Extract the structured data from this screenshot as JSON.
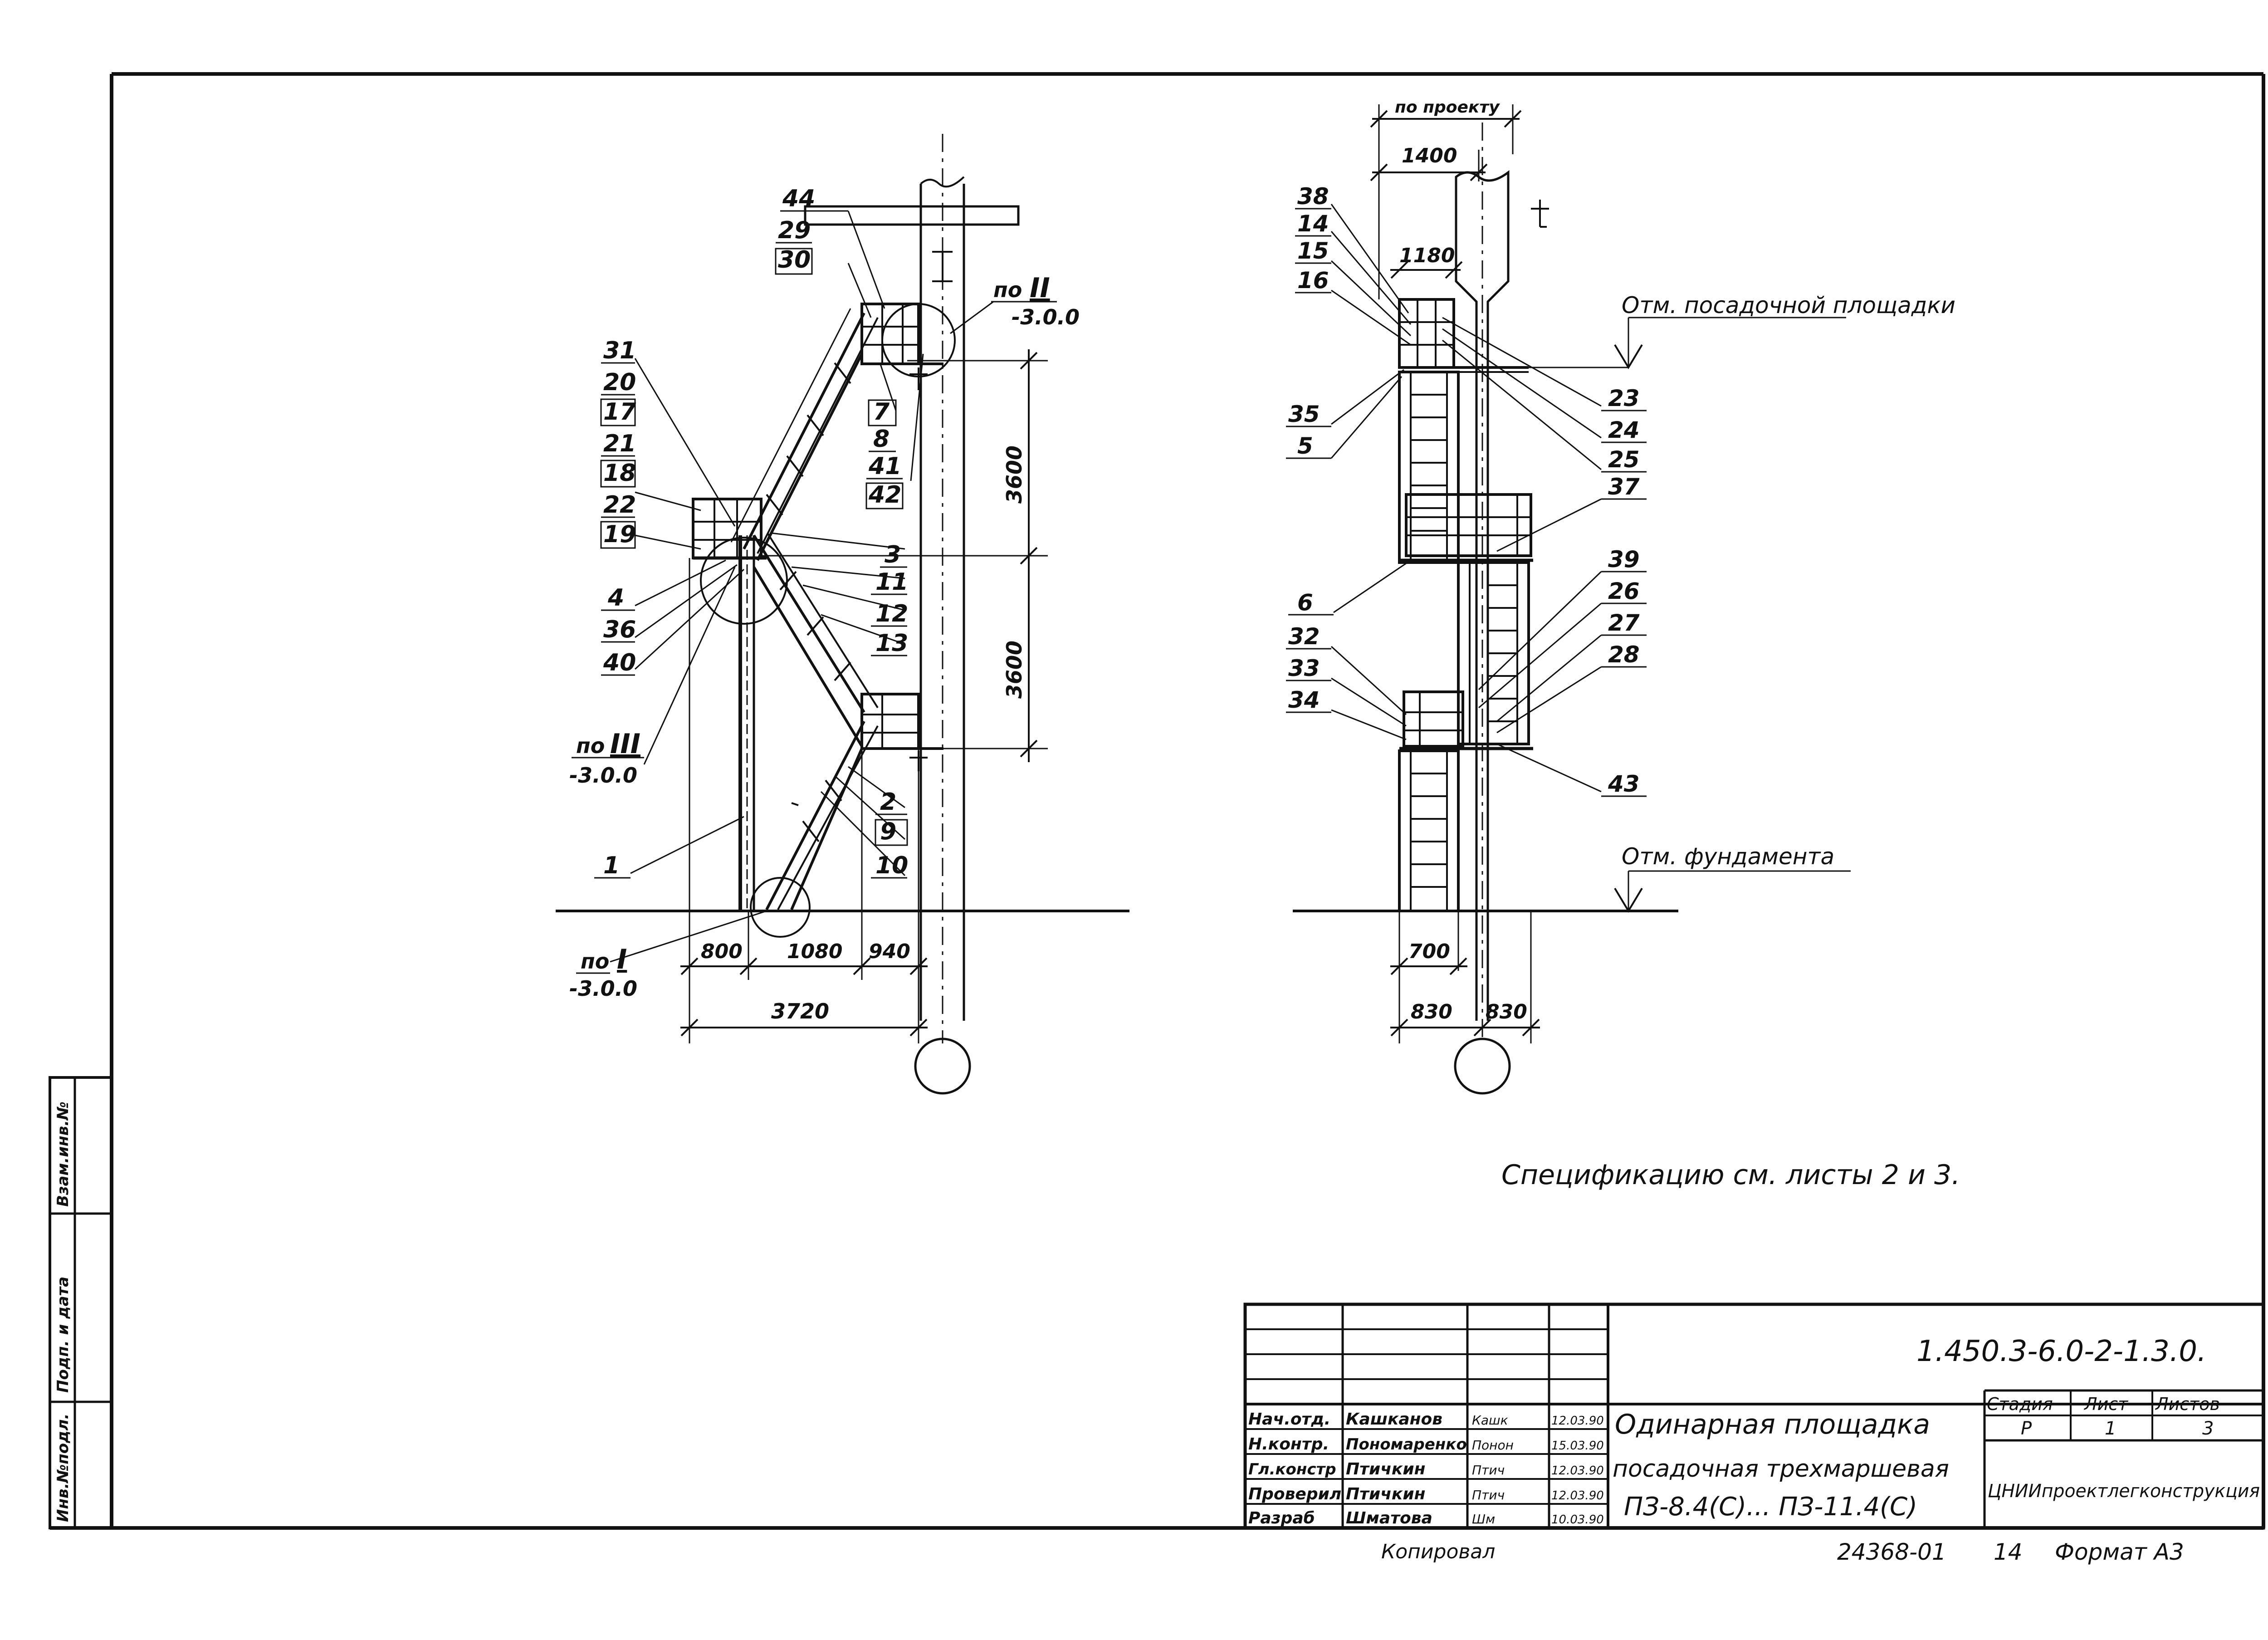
{
  "view_left": {
    "callouts_left": [
      "31",
      "20",
      "17",
      "21",
      "18",
      "22",
      "19",
      "4",
      "36",
      "40",
      "1"
    ],
    "callouts_right": [
      "44",
      "29",
      "30",
      "7",
      "8",
      "41",
      "42",
      "3",
      "11",
      "12",
      "13",
      "2",
      "9",
      "10"
    ],
    "section_II": {
      "prefix": "по",
      "roman": "II",
      "ref": "-3.0.0"
    },
    "section_III": {
      "prefix": "по",
      "roman": "III",
      "ref": "-3.0.0"
    },
    "section_I": {
      "prefix": "по",
      "roman": "I",
      "ref": "-3.0.0"
    },
    "dims": {
      "h1": "3600",
      "h2": "3600",
      "b1": "800",
      "b2": "1080",
      "b3": "940",
      "total": "3720"
    }
  },
  "view_right": {
    "dims": {
      "top": "по проекту",
      "w1": "1400",
      "w2": "1180",
      "b1": "700",
      "b2": "830",
      "b3": "830"
    },
    "callouts_left": [
      "38",
      "14",
      "15",
      "16",
      "35",
      "5",
      "6",
      "32",
      "33",
      "34"
    ],
    "callouts_right": [
      "23",
      "24",
      "25",
      "37",
      "39",
      "26",
      "27",
      "28",
      "43"
    ],
    "level_top": "Отм. посадочной площадки",
    "level_bottom": "Отм. фундамента"
  },
  "spec_note": "Спецификацию см. листы 2 и 3.",
  "side_stamp": {
    "cell1": "Взам.инв.№",
    "cell2": "Подп. и дата",
    "cell3": "Инв.№подл."
  },
  "title_block": {
    "doc_code": "1.450.3-6.0-2-1.3.0.",
    "rows": [
      {
        "role": "Нач.отд.",
        "name": "Кашканов",
        "sign": "Кашк",
        "date": "12.03.90"
      },
      {
        "role": "Н.контр.",
        "name": "Пономаренко",
        "sign": "Понон",
        "date": "15.03.90"
      },
      {
        "role": "Гл.констр",
        "name": "Птичкин",
        "sign": "Птич",
        "date": "12.03.90"
      },
      {
        "role": "Проверил",
        "name": "Птичкин",
        "sign": "Птич",
        "date": "12.03.90"
      },
      {
        "role": "Разраб",
        "name": "Шматова",
        "sign": "Шм",
        "date": "10.03.90"
      }
    ],
    "title_lines": [
      "Одинарная площадка",
      "посадочная трехмаршевая",
      "ПЗ-8.4(С)... ПЗ-11.4(С)"
    ],
    "stage_header": "Стадия",
    "sheet_header": "Лист",
    "sheets_header": "Листов",
    "stage": "Р",
    "sheet": "1",
    "sheets": "3",
    "org": "ЦНИИпроектлегконструкция"
  },
  "footer": {
    "copied": "Копировал",
    "inv": "24368-01",
    "num": "14",
    "format": "Формат А3"
  }
}
